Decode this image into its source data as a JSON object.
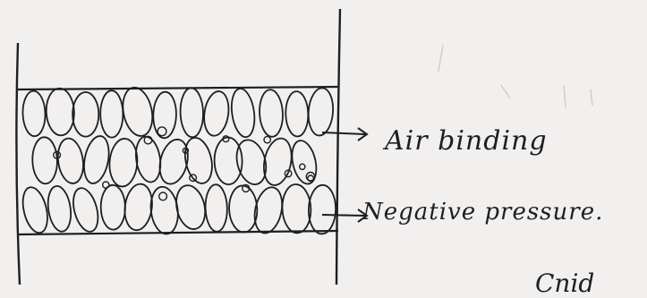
{
  "labels": {
    "air_binding": "Air binding",
    "negative_pressure": "Negative pressure.",
    "bottom_fragment": "Cnid"
  },
  "colors": {
    "ink": "#1e1e24",
    "paper": "#f1f0ee"
  },
  "grains": {
    "rows": 3,
    "per_row": 12
  }
}
